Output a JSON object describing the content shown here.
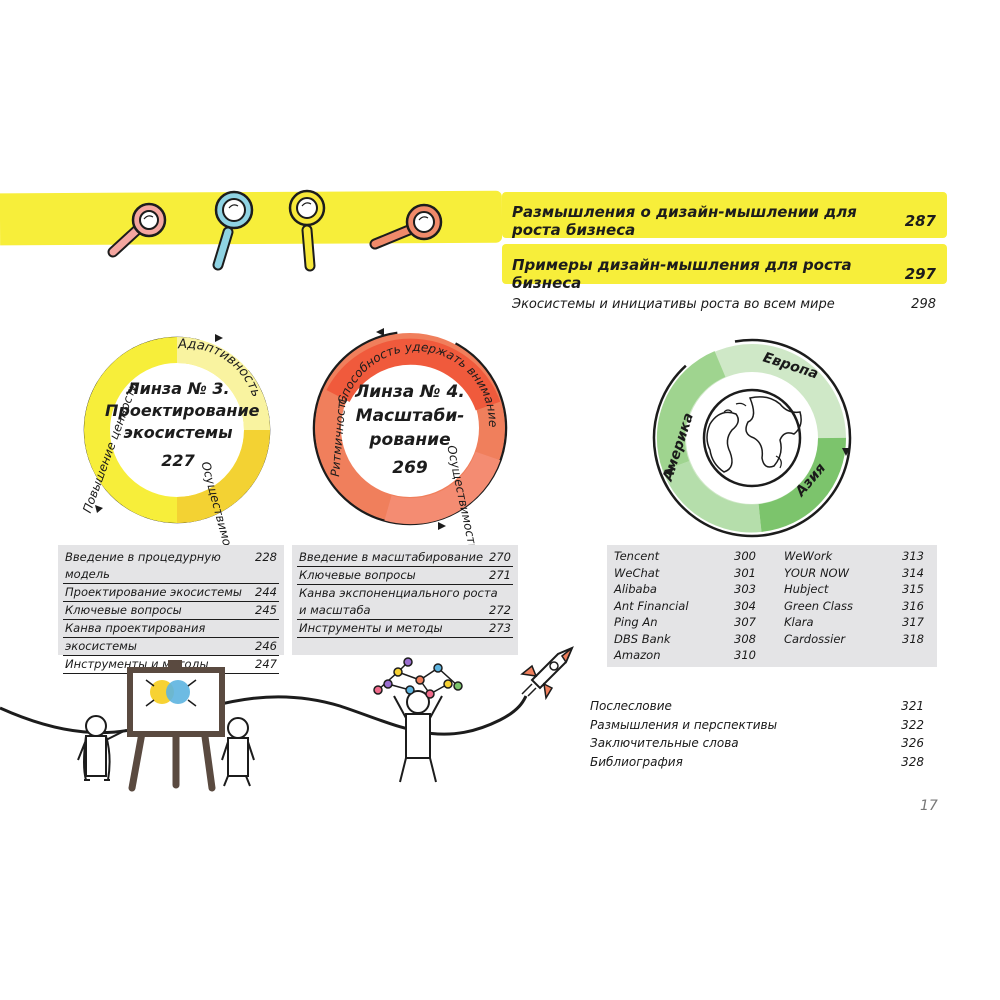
{
  "toc_highlighted": [
    {
      "title": "Размышления о дизайн-мышлении для роста бизнеса",
      "page": "287"
    },
    {
      "title": "Примеры дизайн-мышления для роста бизнеса",
      "page": "297"
    }
  ],
  "toc_plain": {
    "title": "Экосистемы и инициативы роста во всем мире",
    "page": "298"
  },
  "lens3": {
    "title_line1": "Линза № 3.",
    "title_line2": "Проектирование",
    "title_line3": "экосистемы",
    "page": "227",
    "ring_labels": [
      "Адаптивность",
      "Осуществимость",
      "Повышение ценности"
    ]
  },
  "lens4": {
    "title_line1": "Линза № 4.",
    "title_line2": "Масштаби-",
    "title_line3": "рование",
    "page": "269",
    "ring_labels": [
      "Способность удержать внимание",
      "Осуществимость",
      "Ритмичность"
    ]
  },
  "globe": {
    "ring_labels": [
      "Европа",
      "Азия",
      "Америка"
    ]
  },
  "lens3_index": [
    {
      "title": "Введение в процедурную модель",
      "page": "228"
    },
    {
      "title": "Проектирование экосистемы",
      "page": "244"
    },
    {
      "title": "Ключевые вопросы",
      "page": "245"
    },
    {
      "title": "Канва проектирования",
      "page": ""
    },
    {
      "title": "экосистемы",
      "page": "246"
    },
    {
      "title": "Инструменты и методы",
      "page": "247"
    }
  ],
  "lens4_index": [
    {
      "title": "Введение в масштабирование",
      "page": "270"
    },
    {
      "title": "Ключевые вопросы",
      "page": "271"
    },
    {
      "title": "Канва экспоненциального роста",
      "page": ""
    },
    {
      "title": "и масштаба",
      "page": "272"
    },
    {
      "title": "Инструменты и методы",
      "page": "273"
    }
  ],
  "companies_left": [
    {
      "name": "Tencent",
      "page": "300"
    },
    {
      "name": "WeChat",
      "page": "301"
    },
    {
      "name": "Alibaba",
      "page": "303"
    },
    {
      "name": "Ant Financial",
      "page": "304"
    },
    {
      "name": "Ping An",
      "page": "307"
    },
    {
      "name": "DBS Bank",
      "page": "308"
    },
    {
      "name": "Amazon",
      "page": "310"
    }
  ],
  "companies_right": [
    {
      "name": "WeWork",
      "page": "313"
    },
    {
      "name": "YOUR NOW",
      "page": "314"
    },
    {
      "name": "Hubject",
      "page": "315"
    },
    {
      "name": "Green Class",
      "page": "316"
    },
    {
      "name": "Klara",
      "page": "317"
    },
    {
      "name": "Cardossier",
      "page": "318"
    }
  ],
  "final_toc": [
    {
      "title": "Послесловие",
      "page": "321"
    },
    {
      "title": "Размышления и перспективы",
      "page": "322"
    },
    {
      "title": "Заключительные слова",
      "page": "326"
    },
    {
      "title": "Библиография",
      "page": "328"
    }
  ],
  "page_number": "17",
  "icons": [
    "magnifier-icon",
    "globe-icon",
    "rocket-icon",
    "easel-icon",
    "network-icon",
    "stick-figure-icon"
  ]
}
